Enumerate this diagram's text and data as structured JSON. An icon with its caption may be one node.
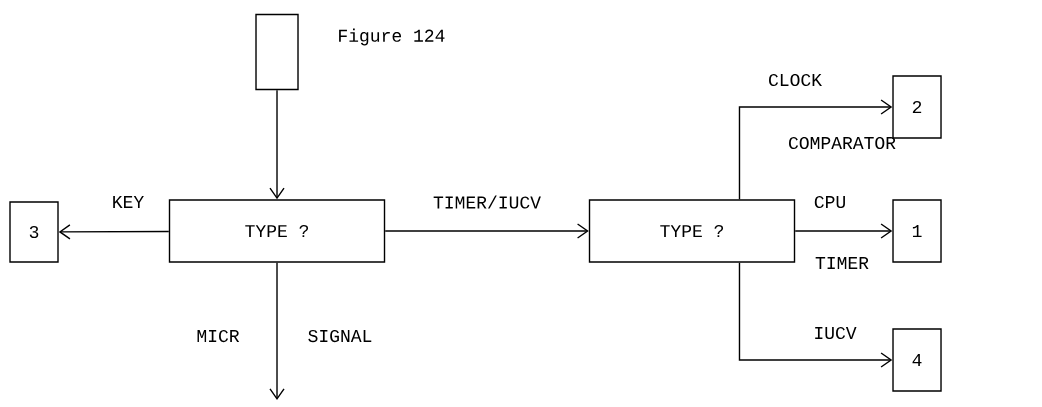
{
  "diagram": {
    "nodes": [
      {
        "text": [],
        "shape": "box",
        "beside": [
          "Figure 124"
        ]
      },
      {
        "text": [
          "TYPE ?"
        ]
      },
      {
        "text": [
          "3"
        ]
      },
      {
        "text": [
          "TYPE ?"
        ]
      },
      {
        "text": [
          "2"
        ]
      },
      {
        "text": [
          "1"
        ]
      },
      {
        "text": [
          "4"
        ]
      }
    ],
    "edges": [
      {
        "from": 0,
        "to": 1,
        "arrow": "to"
      },
      {
        "from": 1,
        "to": 2,
        "arrow": "to",
        "label": "KEY"
      },
      {
        "from": 1,
        "to": 3,
        "arrow": "to",
        "label": "TIMER/IUCV"
      },
      {
        "from": 1,
        "to": null,
        "arrow": "to"
      },
      {
        "from": 3,
        "to": 4,
        "arrow": "to",
        "label": "CLOCK"
      },
      {
        "from": 3,
        "to": 5,
        "arrow": "to",
        "label": "CPU"
      },
      {
        "from": 3,
        "to": 6,
        "arrow": "to",
        "label": "IUCV"
      }
    ],
    "labels": [
      "MICR",
      "SIGNAL",
      "COMPARATOR",
      "TIMER"
    ]
  }
}
